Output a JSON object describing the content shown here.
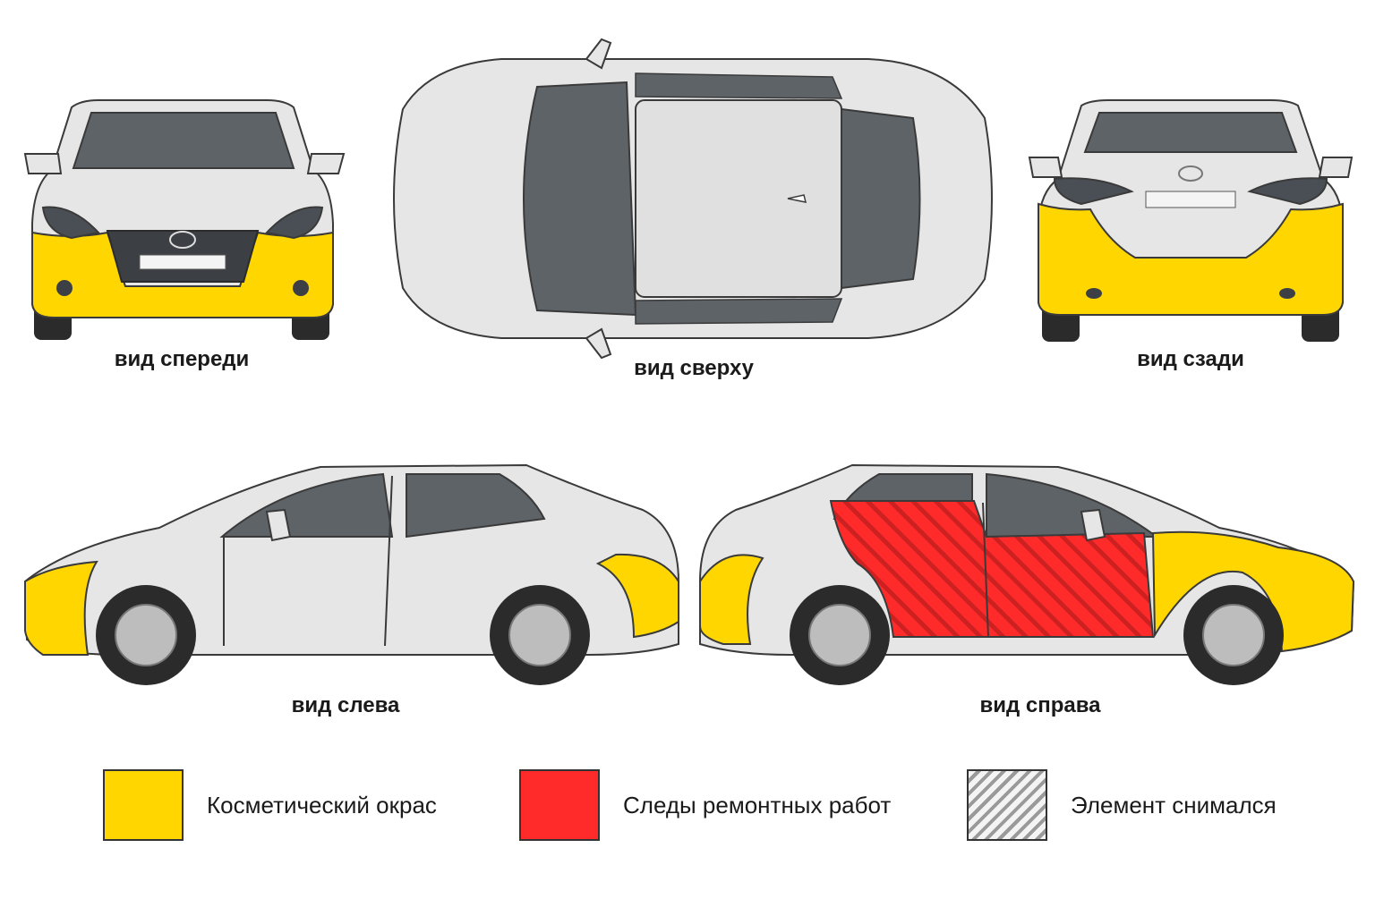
{
  "colors": {
    "cosmetic": "#FFD600",
    "repair": "#FF2B2B",
    "removed_stripe": "#9A9A9A",
    "body": "#E6E6E6",
    "outline": "#3A3A3A",
    "glass": "#5E6368",
    "tire": "#2B2B2B",
    "rim": "#BDBDBD"
  },
  "views": {
    "front": {
      "label": "вид спереди"
    },
    "top": {
      "label": "вид сверху"
    },
    "rear": {
      "label": "вид сзади"
    },
    "left": {
      "label": "вид слева"
    },
    "right": {
      "label": "вид справа"
    }
  },
  "legend": [
    {
      "label": "Косметический окрас",
      "type": "cosmetic"
    },
    {
      "label": "Следы ремонтных работ",
      "type": "repair"
    },
    {
      "label": "Элемент снимался",
      "type": "removed"
    }
  ]
}
